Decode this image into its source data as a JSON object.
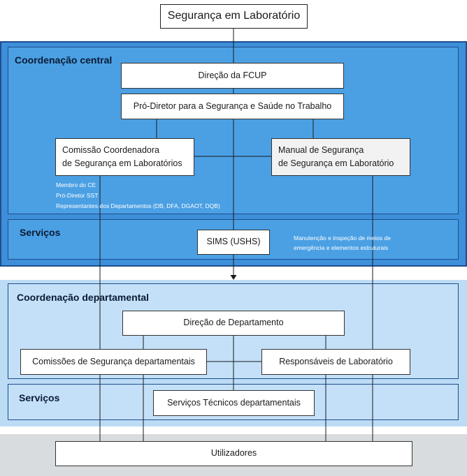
{
  "title": "Segurança em Laboratório",
  "central": {
    "heading": "Coordenação central",
    "direcao": "Direção da FCUP",
    "pro_diretor": "Pró-Diretor para a Segurança e Saúde no Trabalho",
    "comissao_l1": "Comissão Coordenadora",
    "comissao_l2": "de Segurança em Laboratórios",
    "manual_l1": "Manual de Segurança",
    "manual_l2": "de Segurança em Laboratório",
    "members": [
      "Membro do CE",
      "Pró-Diretor SST",
      "Representantes dos Departamentos (DB, DFA, DGAOT, DQB)"
    ]
  },
  "servicos_central": {
    "heading": "Serviços",
    "sims": "SIMS (USHS)",
    "note_l1": "Manutenção e inspeção de meios de",
    "note_l2": "emergência e elementos estruturais"
  },
  "departamental": {
    "heading": "Coordenação departamental",
    "direcao": "Direção de Departamento",
    "comissoes": "Comissões de Segurança departamentais",
    "responsaveis": "Responsáveis de Laboratório"
  },
  "servicos_dept": {
    "heading": "Serviços",
    "tecnicos": "Serviços Técnicos departamentais"
  },
  "utilizadores": "Utilizadores",
  "colors": {
    "central_band": "#3d8fd9",
    "central_panel": "#4ba0e4",
    "dept_band": "#bcdcf6",
    "dept_panel": "#c3e0f8",
    "users_band": "#d9dcdf",
    "border": "#1f4e8c"
  }
}
